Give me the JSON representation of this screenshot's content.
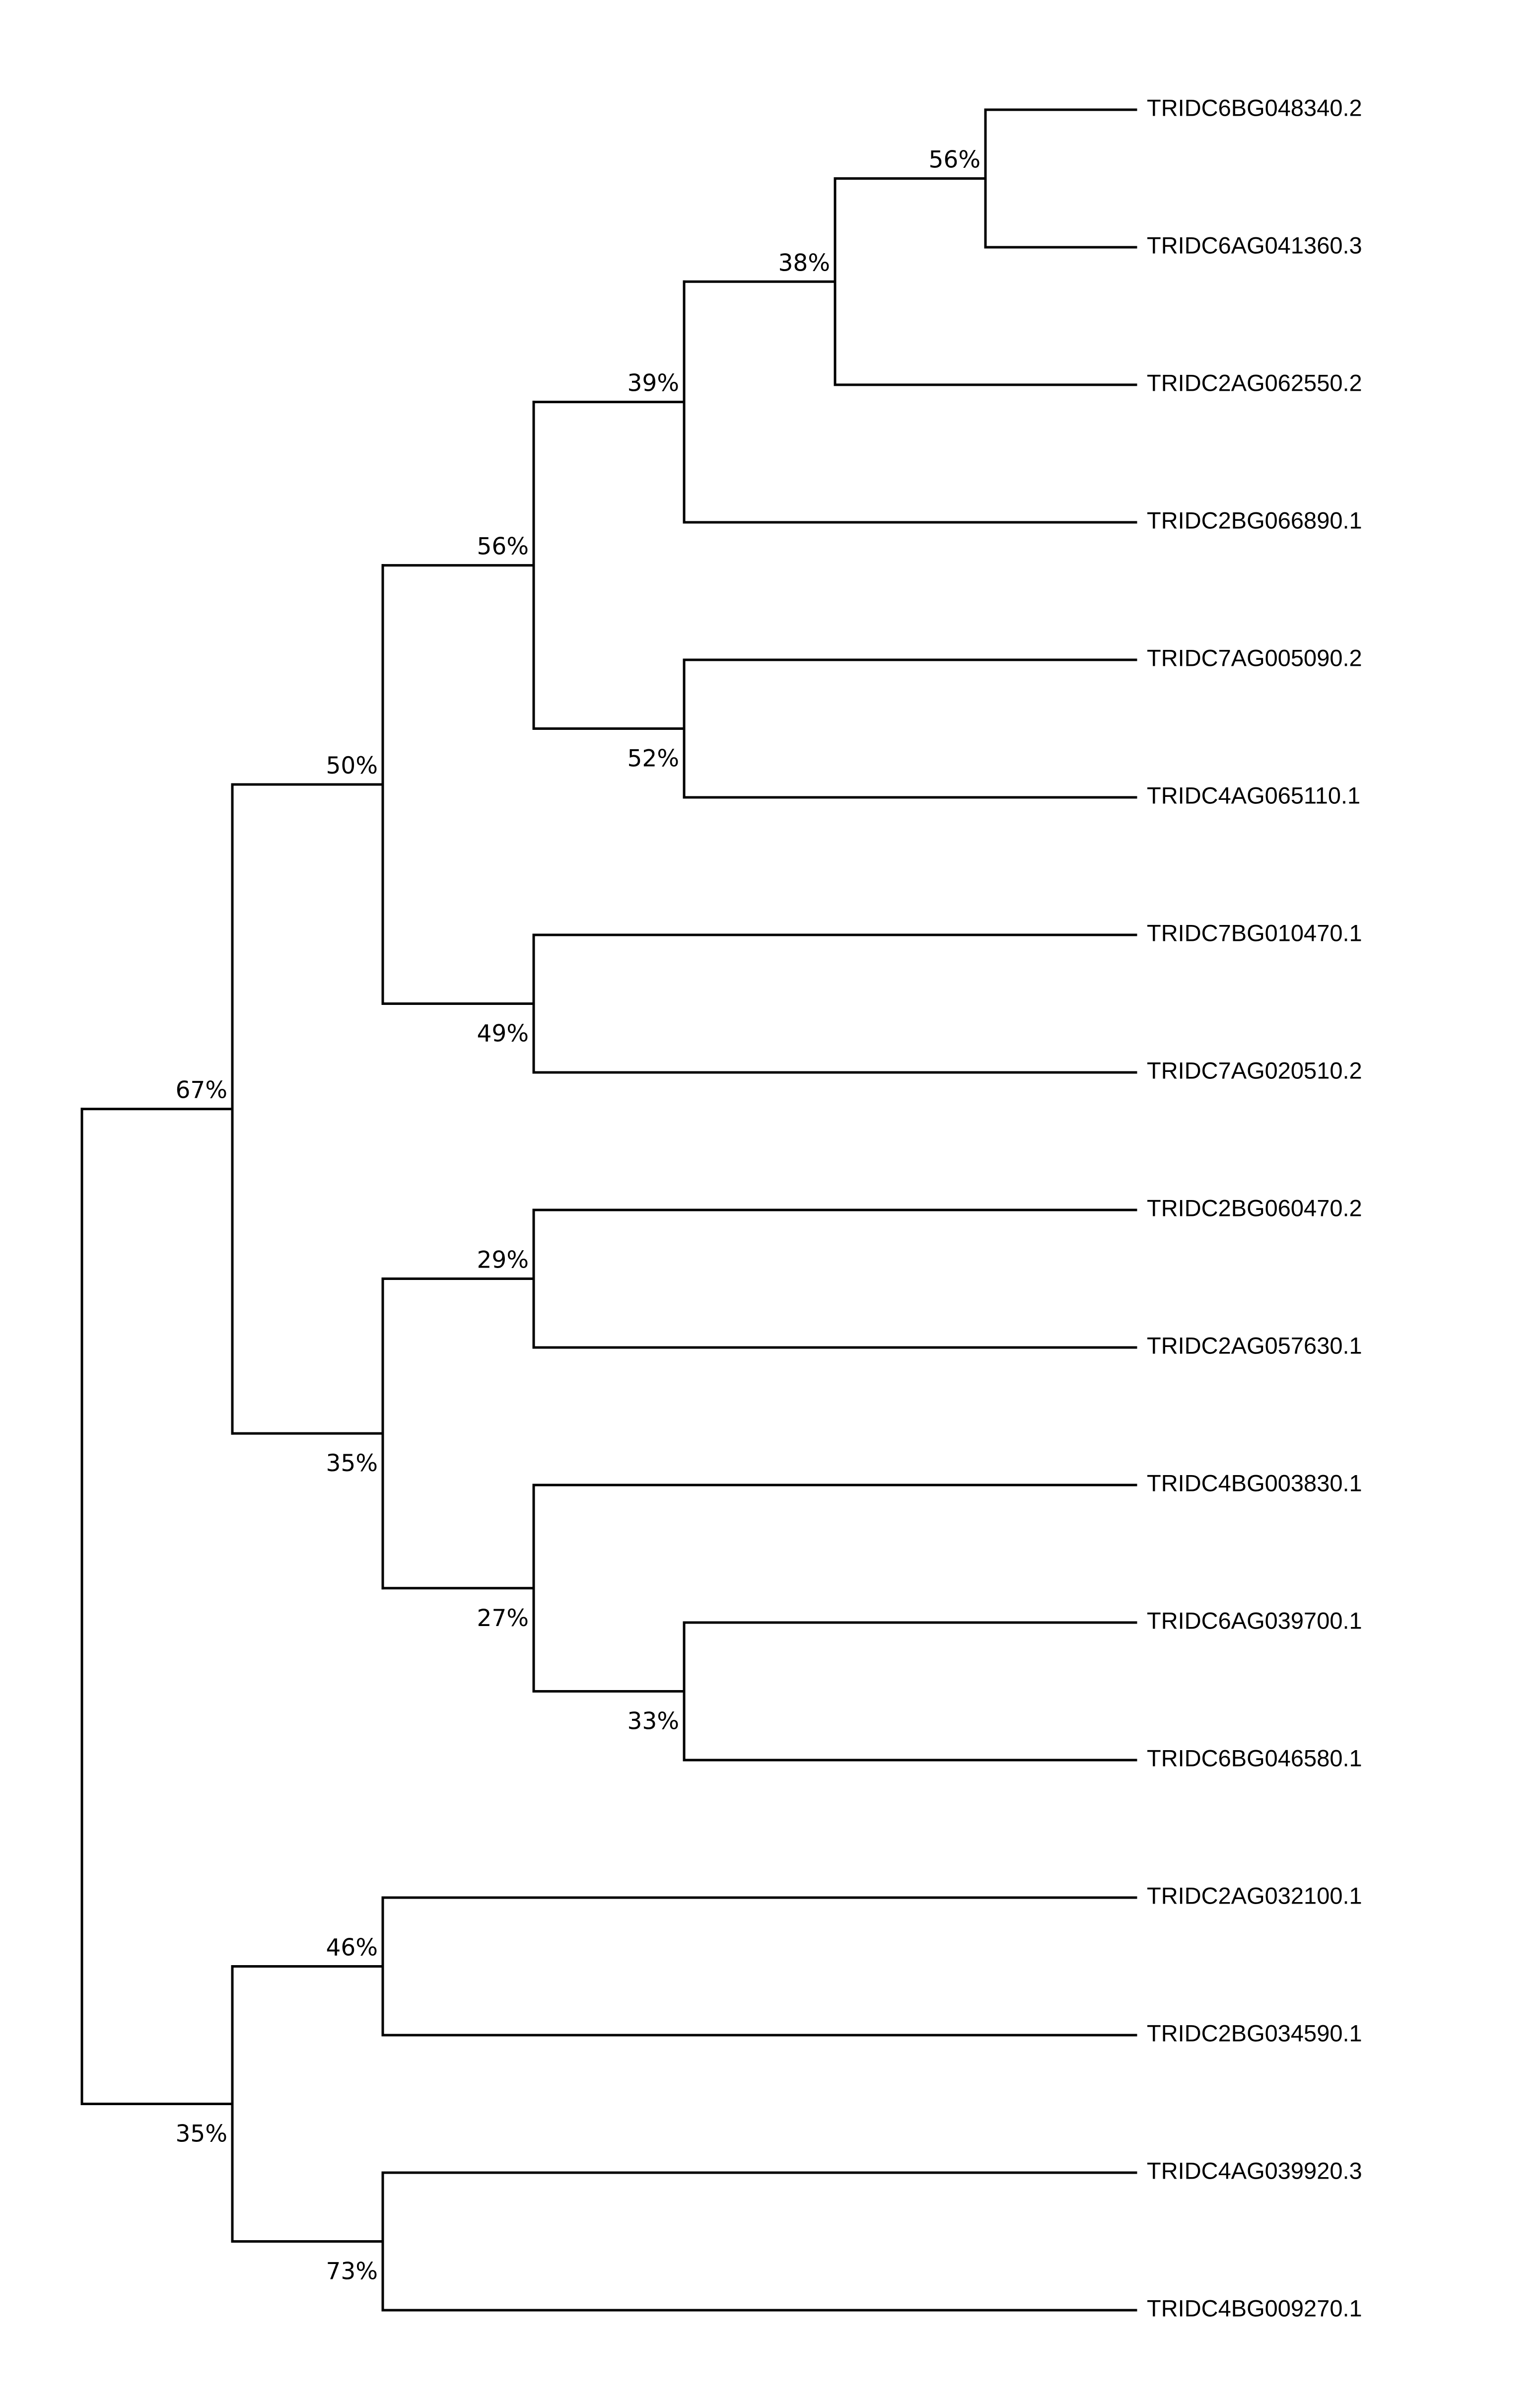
{
  "tree": {
    "leaves": [
      "TRIDC6BG048340.2",
      "TRIDC6AG041360.3",
      "TRIDC2AG062550.2",
      "TRIDC2BG066890.1",
      "TRIDC7AG005090.2",
      "TRIDC4AG065110.1",
      "TRIDC7BG010470.1",
      "TRIDC7AG020510.2",
      "TRIDC2BG060470.2",
      "TRIDC2AG057630.1",
      "TRIDC4BG003830.1",
      "TRIDC6AG039700.1",
      "TRIDC6BG046580.1",
      "TRIDC2AG032100.1",
      "TRIDC2BG034590.1",
      "TRIDC4AG039920.3",
      "TRIDC4BG009270.1"
    ],
    "nodes": [
      {
        "id": "n1",
        "children": [
          0,
          1
        ],
        "support": "56%",
        "label_pos": "above"
      },
      {
        "id": "n2",
        "children": [
          "n1",
          2
        ],
        "support": "38%",
        "label_pos": "above"
      },
      {
        "id": "n3",
        "children": [
          "n2",
          3
        ],
        "support": "39%",
        "label_pos": "above"
      },
      {
        "id": "n4",
        "children": [
          4,
          5
        ],
        "support": "52%",
        "label_pos": "below"
      },
      {
        "id": "n5",
        "children": [
          "n3",
          "n4"
        ],
        "support": "56%",
        "label_pos": "above"
      },
      {
        "id": "n6",
        "children": [
          6,
          7
        ],
        "support": "49%",
        "label_pos": "below"
      },
      {
        "id": "n7",
        "children": [
          "n5",
          "n6"
        ],
        "support": "50%",
        "label_pos": "above"
      },
      {
        "id": "n8",
        "children": [
          8,
          9
        ],
        "support": "29%",
        "label_pos": "above"
      },
      {
        "id": "n9",
        "children": [
          11,
          12
        ],
        "support": "33%",
        "label_pos": "below"
      },
      {
        "id": "n10",
        "children": [
          10,
          "n9"
        ],
        "support": "27%",
        "label_pos": "below"
      },
      {
        "id": "n11",
        "children": [
          "n8",
          "n10"
        ],
        "support": "35%",
        "label_pos": "below"
      },
      {
        "id": "n12",
        "children": [
          "n7",
          "n11"
        ],
        "support": "67%",
        "label_pos": "above"
      },
      {
        "id": "n13",
        "children": [
          13,
          14
        ],
        "support": "46%",
        "label_pos": "above"
      },
      {
        "id": "n14",
        "children": [
          15,
          16
        ],
        "support": "73%",
        "label_pos": "below"
      },
      {
        "id": "n15",
        "children": [
          "n13",
          "n14"
        ],
        "support": "35%",
        "label_pos": "below"
      },
      {
        "id": "root",
        "children": [
          "n12",
          "n15"
        ],
        "support": "",
        "label_pos": "none"
      }
    ]
  }
}
